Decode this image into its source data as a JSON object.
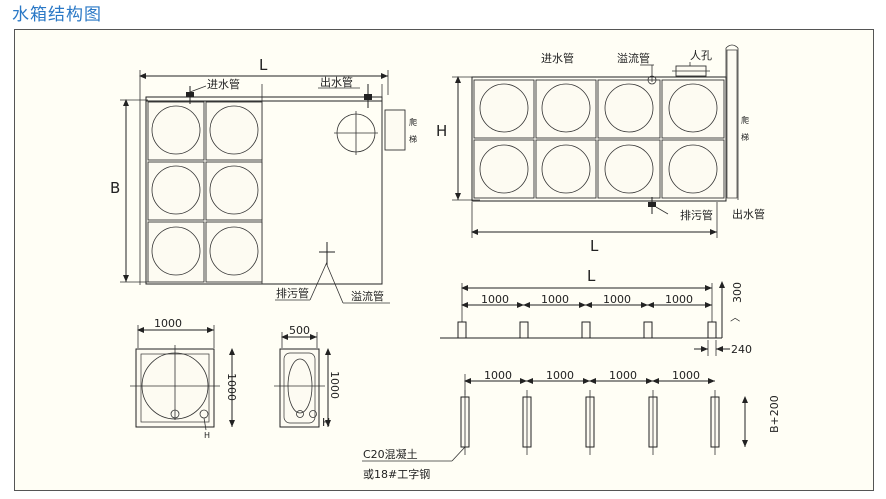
{
  "title": "水箱结构图",
  "labels": {
    "L": "L",
    "B": "B",
    "H": "H",
    "inlet": "进水管",
    "outlet": "出水管",
    "overflow": "溢流管",
    "drain": "排污管",
    "manhole": "人孔",
    "ladder_1": "爬",
    "ladder_2": "梯",
    "dim_1000": "1000",
    "dim_500": "500",
    "dim_300": "300",
    "dim_300_prefix": "〉",
    "dim_240": "240",
    "dim_b200": "B+200",
    "h_small": "H",
    "concrete": "C20混凝土",
    "steel": "或18#工字钢"
  }
}
